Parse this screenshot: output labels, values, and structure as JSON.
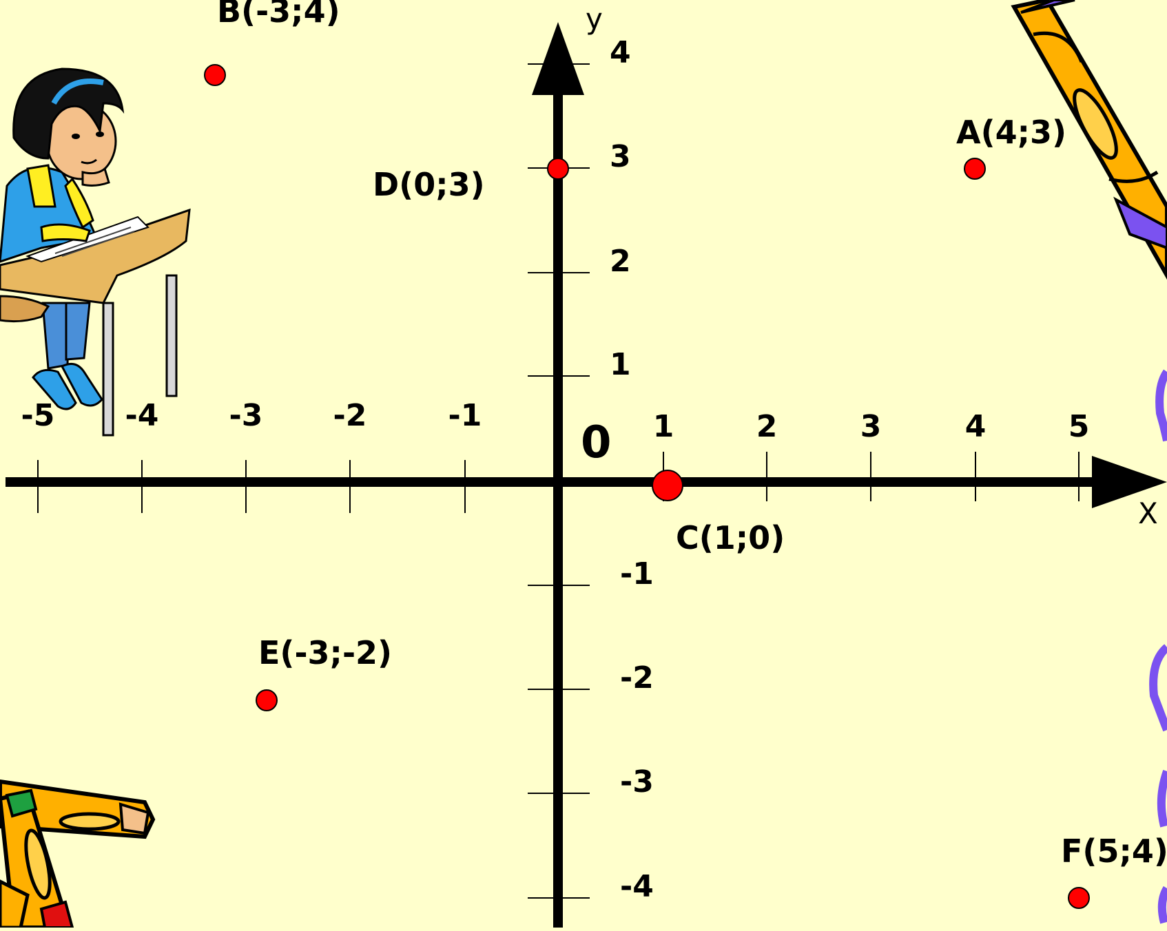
{
  "axes": {
    "x_name": "X",
    "y_name": "y",
    "origin": "0",
    "x_ticks": [
      {
        "value": -5,
        "label": "-5"
      },
      {
        "value": -4,
        "label": "-4"
      },
      {
        "value": -3,
        "label": "-3"
      },
      {
        "value": -2,
        "label": "-2"
      },
      {
        "value": -1,
        "label": "-1"
      },
      {
        "value": 1,
        "label": "1"
      },
      {
        "value": 2,
        "label": "2"
      },
      {
        "value": 3,
        "label": "3"
      },
      {
        "value": 4,
        "label": "4"
      },
      {
        "value": 5,
        "label": "5"
      }
    ],
    "y_ticks": [
      {
        "value": 4,
        "label": "4"
      },
      {
        "value": 3,
        "label": "3"
      },
      {
        "value": 2,
        "label": "2"
      },
      {
        "value": 1,
        "label": "1"
      },
      {
        "value": -1,
        "label": "-1"
      },
      {
        "value": -2,
        "label": "-2"
      },
      {
        "value": -3,
        "label": "-3"
      },
      {
        "value": -4,
        "label": "-4"
      }
    ]
  },
  "points": [
    {
      "name": "A",
      "label": "A(4;3)"
    },
    {
      "name": "B",
      "label": "B(-3;4)"
    },
    {
      "name": "C",
      "label": "C(1;0)"
    },
    {
      "name": "D",
      "label": "D(0;3)"
    },
    {
      "name": "E",
      "label": "E(-3;-2)"
    },
    {
      "name": "F",
      "label": "F(5;4)"
    }
  ],
  "colors": {
    "background": "#ffffcc",
    "axis": "#000000",
    "point": "#ff0000",
    "pencil_yellow": "#ffb000",
    "pencil_purple": "#7b52f0",
    "desk": "#e8b860"
  },
  "decorations": [
    "girl-at-desk-clipart",
    "pencil-icon",
    "pencil-icon",
    "pencil-icon"
  ]
}
